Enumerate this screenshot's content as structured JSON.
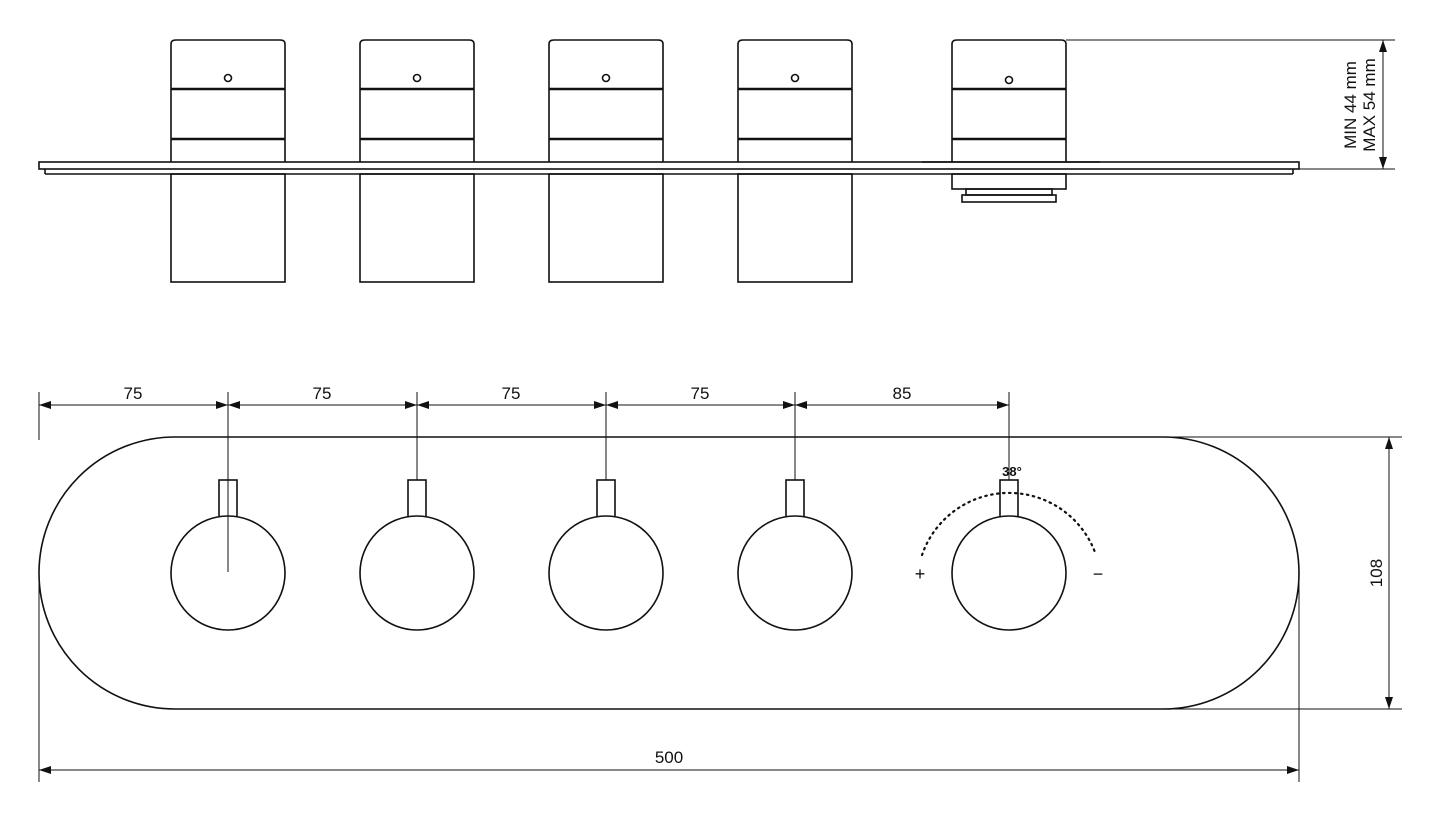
{
  "side_view": {
    "depth_min": "MIN 44 mm",
    "depth_max": "MAX 54 mm"
  },
  "front_view": {
    "spacings": [
      "75",
      "75",
      "75",
      "75",
      "85"
    ],
    "overall_width": "500",
    "overall_height": "108",
    "rotation_angle": "38°",
    "plus_sign": "+",
    "minus_sign": "−"
  }
}
